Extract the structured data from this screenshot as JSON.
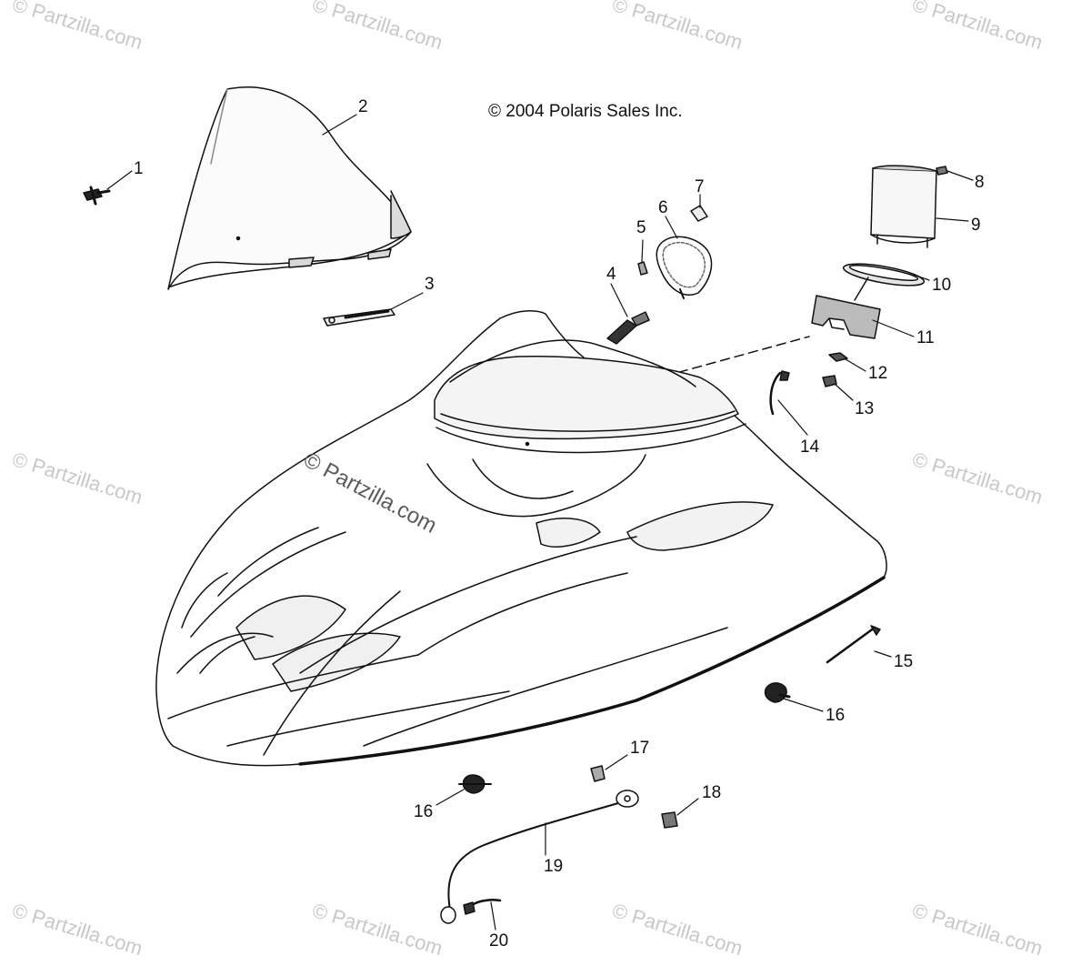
{
  "diagram": {
    "copyright": "© 2004 Polaris Sales Inc.",
    "watermark": "© Partzilla.com",
    "colors": {
      "line": "#111111",
      "shade": "#d8d8d8",
      "watermark": "#c8c8c8"
    },
    "callouts": [
      "1",
      "2",
      "3",
      "4",
      "5",
      "6",
      "7",
      "8",
      "9",
      "10",
      "11",
      "12",
      "13",
      "14",
      "15",
      "16",
      "16",
      "17",
      "18",
      "19",
      "20"
    ]
  }
}
